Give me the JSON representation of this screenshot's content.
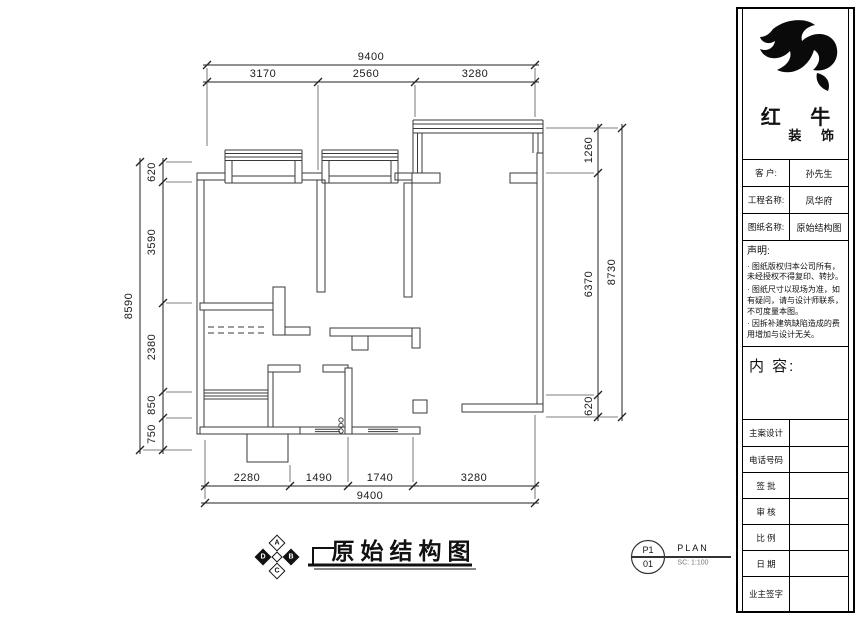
{
  "sheet": {
    "background": "#ffffff",
    "line_color": "#3a3a3a",
    "text_color": "#111111"
  },
  "plan": {
    "title": "原始结构图",
    "dimensions": {
      "top": {
        "total": "9400",
        "segments": [
          "3170",
          "2560",
          "3280"
        ]
      },
      "bottom": {
        "total": "9400",
        "segments": [
          "2280",
          "1490",
          "1740",
          "3280"
        ]
      },
      "left": {
        "total": "8590",
        "segments": [
          "620",
          "3590",
          "2380",
          "850",
          "750"
        ]
      },
      "right": {
        "total": "8730",
        "segments": [
          "1260",
          "6370",
          "620"
        ]
      }
    },
    "compass_letters": [
      "A",
      "B",
      "C",
      "D"
    ],
    "stamp": {
      "sheet_no": "P1",
      "page_no": "01",
      "label": "PLAN",
      "scale": "SC: 1:100"
    }
  },
  "title_block": {
    "brand": {
      "logo_icon": "bull-logo",
      "name": "红 牛",
      "suffix": "装 饰"
    },
    "fields": [
      {
        "label": "客  户:",
        "value": "孙先生"
      },
      {
        "label": "工程名称:",
        "value": "凤华府"
      },
      {
        "label": "图纸名称:",
        "value": "原始结构图"
      }
    ],
    "declaration": {
      "heading": "声明:",
      "items": [
        "图纸版权归本公司所有，未经授权不得复印、转抄。",
        "图纸尺寸以现场为准，如有疑问，请与设计师联系，不可度量本图。",
        "因拆补建筑缺陷造成的费用增加与设计无关。"
      ]
    },
    "content_label": "内 容:",
    "sign_rows": [
      "主案设计",
      "电话号码",
      "签 批",
      "审 核",
      "比 例",
      "日 期",
      "业主签字"
    ]
  }
}
